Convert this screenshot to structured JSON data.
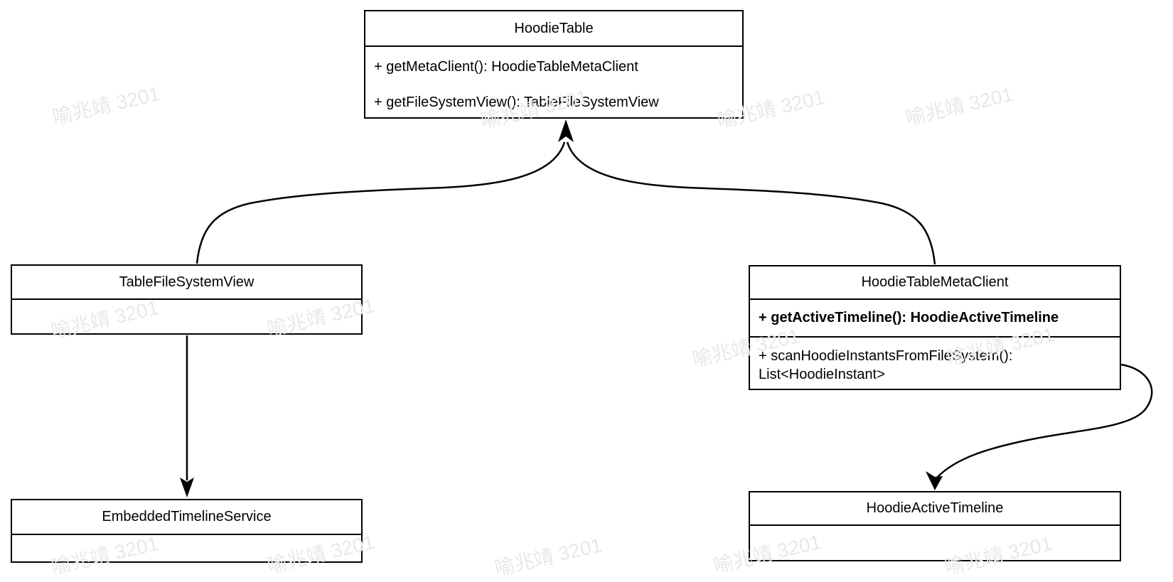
{
  "watermark": {
    "text": "喻兆靖 3201",
    "color": "#e8e8e8"
  },
  "diagram": {
    "type": "uml-class-diagram",
    "colors": {
      "stroke": "#000000",
      "box_fill": "#ffffff",
      "background": "#ffffff"
    },
    "classes": [
      {
        "title": "HoodieTable",
        "members": [
          "+ getMetaClient(): HoodieTableMetaClient",
          "+ getFileSystemView(): TableFileSystemView"
        ]
      },
      {
        "title": "TableFileSystemView",
        "members": []
      },
      {
        "title": "HoodieTableMetaClient",
        "members": [
          "+ getActiveTimeline(): HoodieActiveTimeline",
          "+ scanHoodieInstantsFromFileSystem(): List<HoodieInstant>"
        ]
      },
      {
        "title": "EmbeddedTimelineService",
        "members": []
      },
      {
        "title": "HoodieActiveTimeline",
        "members": []
      }
    ],
    "relations": [
      {
        "from": "TableFileSystemView",
        "to": "HoodieTable",
        "style": "curved-arrow"
      },
      {
        "from": "HoodieTableMetaClient",
        "to": "HoodieTable",
        "style": "curved-arrow"
      },
      {
        "from": "TableFileSystemView",
        "to": "EmbeddedTimelineService",
        "style": "straight-arrow"
      },
      {
        "from": "HoodieTableMetaClient",
        "to": "HoodieActiveTimeline",
        "style": "s-curve-arrow"
      }
    ]
  }
}
